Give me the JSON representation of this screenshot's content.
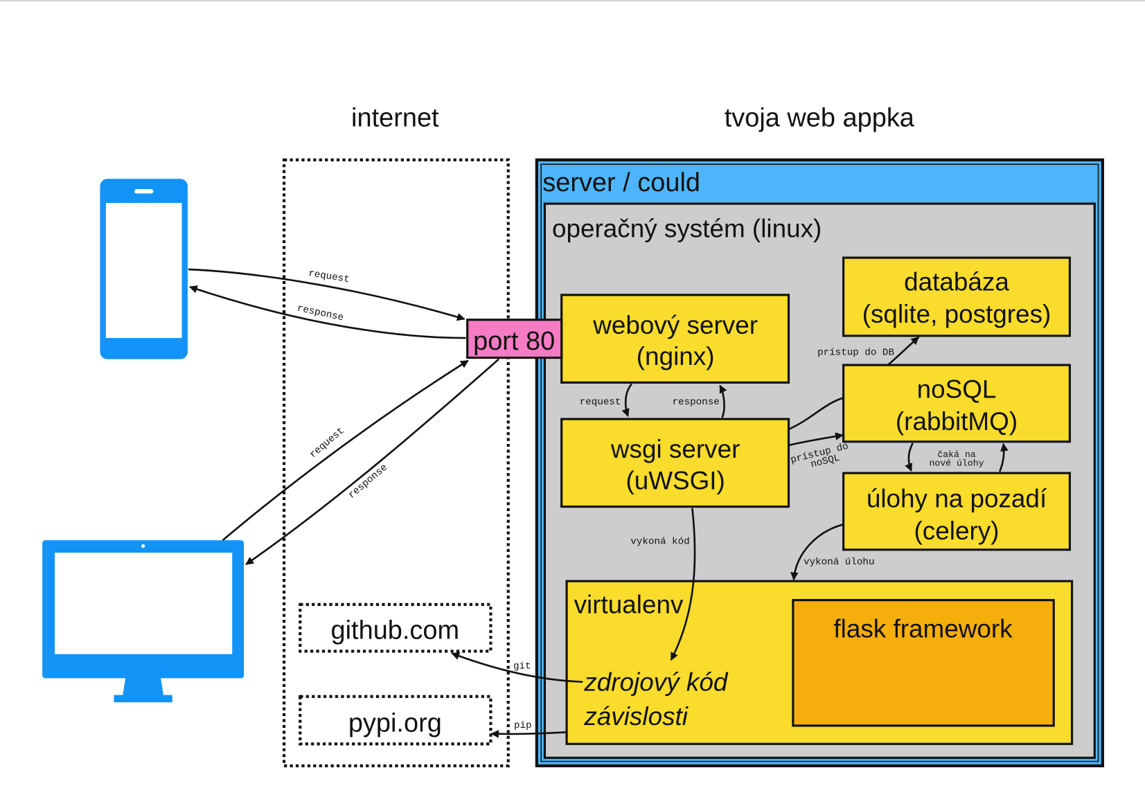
{
  "headings": {
    "internet": "internet",
    "app": "tvoja web appka"
  },
  "server": {
    "label": "server / could"
  },
  "os": {
    "label": "operačný systém (linux)"
  },
  "port": {
    "label": "port 80"
  },
  "components": {
    "nginx": {
      "lines": [
        "webový server",
        "(nginx)"
      ]
    },
    "wsgi": {
      "lines": [
        "wsgi server",
        "(uWSGI)"
      ]
    },
    "database": {
      "lines": [
        "databáza",
        "(sqlite, postgres)"
      ]
    },
    "nosql": {
      "lines": [
        "noSQL",
        "(rabbitMQ)"
      ]
    },
    "celery": {
      "lines": [
        "úlohy na pozadí",
        "(celery)"
      ]
    }
  },
  "virtualenv": {
    "label": "virtualenv",
    "source_code": "zdrojový kód",
    "dependencies": "závislosti",
    "framework": "flask framework"
  },
  "external": {
    "github": "github.com",
    "pypi": "pypi.org"
  },
  "edge_labels": {
    "phone_request": "request",
    "phone_response": "response",
    "desktop_request": "request",
    "desktop_response": "response",
    "nginx_to_wsgi": "request",
    "wsgi_to_nginx": "response",
    "wsgi_to_nosql": [
      "prístup do",
      "noSQL"
    ],
    "nosql_to_db": "prístup do DB",
    "nosql_celery": [
      "čaká na",
      "nové úlohy"
    ],
    "celery_to_venv": "vykoná úlohu",
    "wsgi_to_venv": "vykoná kód",
    "git": "git",
    "pip": "pip"
  },
  "icons": {
    "phone": "smartphone-icon",
    "desktop": "desktop-monitor-icon"
  },
  "colors": {
    "device_icons": "#1493f6",
    "server_zone": "#4fb5fb",
    "operating_system": "#cdcdcd",
    "component": "#f9dc2c",
    "framework": "#f6ae0c",
    "port": "#f57cc4"
  }
}
